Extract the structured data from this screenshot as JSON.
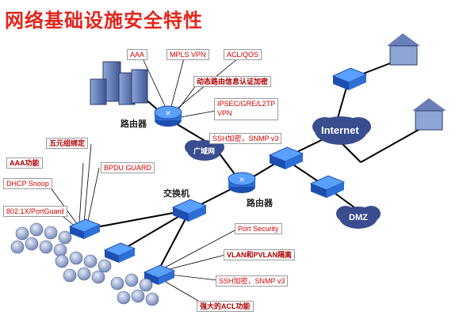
{
  "title": "网络基础设施安全特性",
  "clouds": {
    "internet": "Internet",
    "wan": "广域网",
    "dmz": "DMZ"
  },
  "device_labels": {
    "router_top": "路由器",
    "router_mid": "路由器",
    "switch": "交换机"
  },
  "callouts": {
    "aaa_top": "AAA",
    "mpls_vpn": "MPLS VPN",
    "acl_qos": "ACL/QOS",
    "route_auth": "动态路由信息认证加密",
    "ipsec_vpn_line1": "IPSEC/GRE/L2TP",
    "ipsec_vpn_line2": "VPN",
    "ssh_snmp_router": "SSH加密，SNMP v3",
    "five_tuple": "五元组绑定",
    "aaa_func": "AAA功能",
    "dhcp_snoop": "DHCP Snoop",
    "bpdu_guard": "BPDU GUARD",
    "rst_portguard": "802.1X/PortGuard",
    "port_security": "Port Security",
    "vlan_isolation": "VLAN和PVLAN隔离",
    "ssh_snmp_switch": "SSH加密，SNMP v3",
    "acl_strong": "强大的ACL功能"
  },
  "colors": {
    "title": "#e5241b",
    "callout_text": "#d40000",
    "cloud": "#3a4d8f",
    "device": "#2e6fd6",
    "line": "#000000"
  },
  "icons": [
    "router-icon",
    "switch-icon",
    "server-icon",
    "house-icon",
    "user-group-icon",
    "cloud-icon"
  ]
}
